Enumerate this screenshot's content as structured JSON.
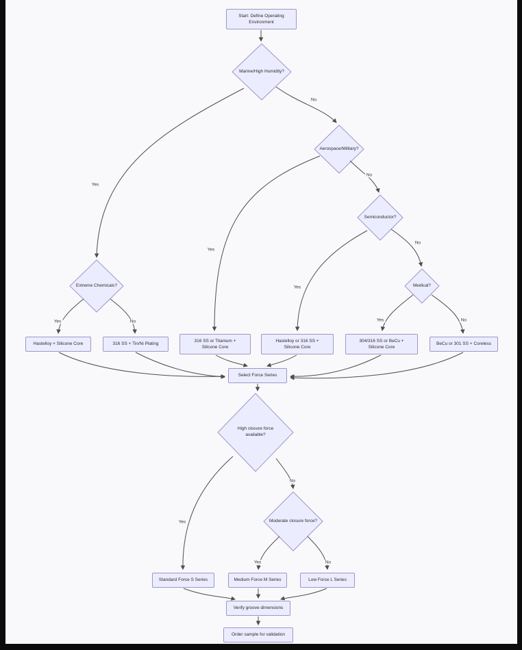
{
  "diagram": {
    "background": "#f9f9fb",
    "frame_color": "#0c0c0c",
    "node_fill": "#ececff",
    "node_border": "#9b97c6",
    "edge_color": "#4d4d4d",
    "nodes": {
      "start": "Start: Define Operating Environment",
      "marine": "Marine/High Humidity?",
      "aerospace": "Aerospace/Military?",
      "semiconductor": "Semiconductor?",
      "medical": "Medical?",
      "chemicals": "Extreme Chemicals?",
      "hastelloy_silicone": "Hastelloy + Silicone Core",
      "tin_plating": "316 SS + Tin/Ni Plating",
      "titanium_silicone": "316 SS or Titanium + Silicone Core",
      "hastelloy316_silicone": "Hastelloy or 316 SS + Silicone Core",
      "s304_becu_silicone": "304/316 SS or BeCu + Silicone Core",
      "becu_301": "BeCu or 301 SS + Coreless",
      "select_force": "Select Force Series",
      "high_force": "High closure force available?",
      "moderate_force": "Moderate closure force?",
      "standard_force": "Standard Force S Series",
      "medium_force": "Medium Force M Series",
      "low_force": "Low Force L Series",
      "verify": "Verify groove dimensions",
      "order": "Order sample for validation"
    },
    "edge_labels": {
      "marine_no": "No",
      "marine_yes": "Yes",
      "aero_no": "No",
      "aero_yes": "Yes",
      "semi_no": "No",
      "semi_yes": "Yes",
      "chem_yes": "Yes",
      "chem_no": "No",
      "medical_yes": "Yes",
      "medical_no": "No",
      "high_yes": "Yes",
      "high_no": "No",
      "mod_yes": "Yes",
      "mod_no": "No"
    }
  }
}
